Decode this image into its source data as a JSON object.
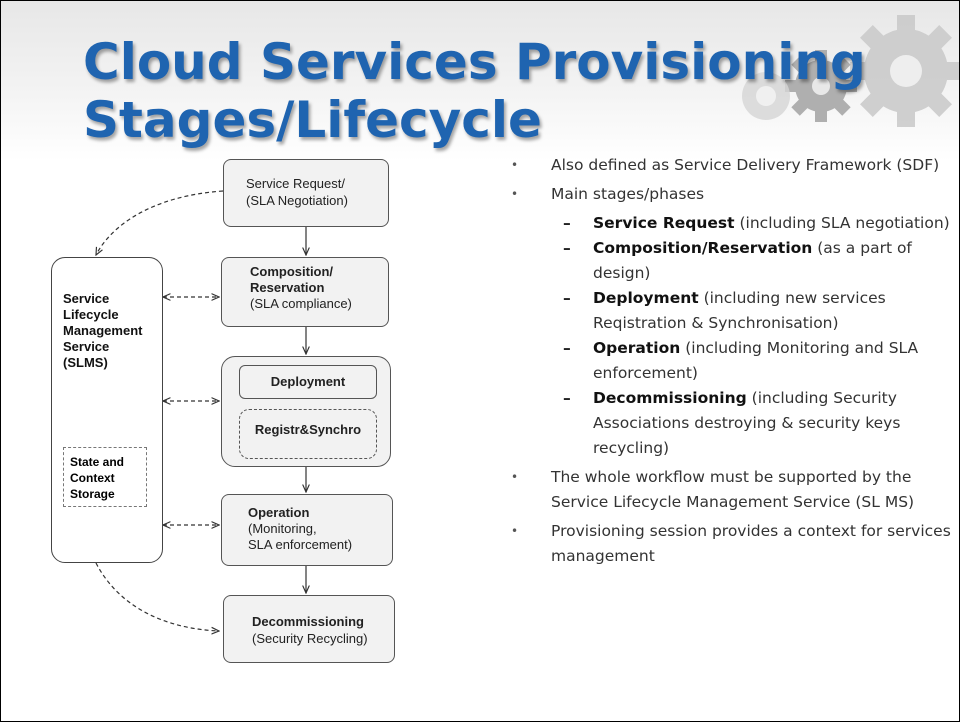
{
  "title": {
    "line1": "Cloud Services Provisioning",
    "line2": "Stages/Lifecycle"
  },
  "diagram": {
    "service_request": {
      "title": "Service Request/",
      "sub": "(SLA Negotiation)"
    },
    "composition": {
      "title1": "Composition/",
      "title2": "Reservation",
      "sub": "(SLA compliance)"
    },
    "deployment": "Deployment",
    "registr": "Registr&Synchro",
    "operation": {
      "title": "Operation",
      "sub1": "(Monitoring,",
      "sub2": "SLA enforcement)"
    },
    "decommissioning": {
      "title": "Decommissioning",
      "sub": "(Security Recycling)"
    },
    "slms": {
      "l1": "Service",
      "l2": "Lifecycle",
      "l3": "Management",
      "l4": "Service",
      "l5": "(SLMS)"
    },
    "state": {
      "l1": "State and",
      "l2": "Context",
      "l3": "Storage"
    }
  },
  "bullets": {
    "b1": "Also defined as Service Delivery Framework (SDF)",
    "b2": "Main stages/phases",
    "s1": {
      "bold": "Service Request",
      "rest": " (including SLA negotiation)"
    },
    "s2": {
      "bold": "Composition/Reservation",
      "rest": " (as a part of design)"
    },
    "s3": {
      "bold": "Deployment",
      "rest": " (including new services Reqistration & Synchronisation)"
    },
    "s4": {
      "bold": "Operation",
      "rest": " (including Monitoring and SLA enforcement)"
    },
    "s5": {
      "bold": "Decommissioning",
      "rest": " (including Security Associations destroying & security keys recycling)"
    },
    "b3": "The whole workflow must be supported by the Service Lifecycle Management Service (SL MS)",
    "b4": "Provisioning session provides a context for services management"
  },
  "colors": {
    "title": "#1f64b0",
    "box_fill": "#f2f2f2",
    "box_border": "#555555"
  }
}
